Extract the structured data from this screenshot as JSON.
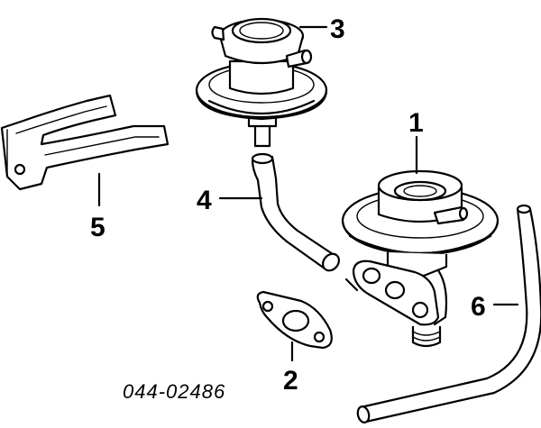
{
  "diagram": {
    "part_number": "044-02486",
    "callouts": [
      {
        "id": "1",
        "label": "1"
      },
      {
        "id": "2",
        "label": "2"
      },
      {
        "id": "3",
        "label": "3"
      },
      {
        "id": "4",
        "label": "4"
      },
      {
        "id": "5",
        "label": "5"
      },
      {
        "id": "6",
        "label": "6"
      }
    ],
    "colors": {
      "line": "#000000",
      "background": "#ffffff"
    }
  }
}
